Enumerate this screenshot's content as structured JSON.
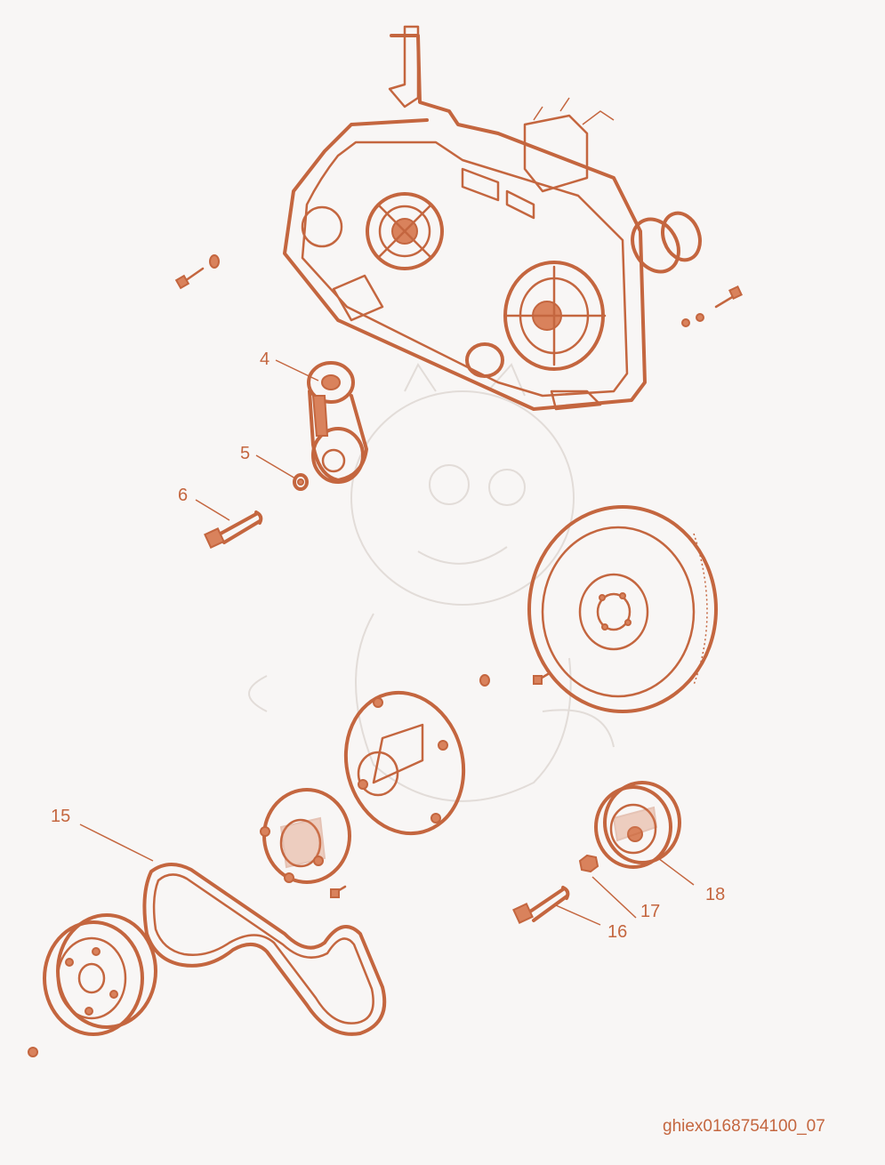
{
  "diagram": {
    "line_color": "#c4663f",
    "fill_color": "#d9825c",
    "background": "#f8f6f5",
    "watermark": "baby dragon drawing (faint)",
    "callouts": [
      "4",
      "5",
      "6",
      "15",
      "16",
      "17",
      "18"
    ],
    "drawing_code": "ghiex0168754100_07"
  }
}
